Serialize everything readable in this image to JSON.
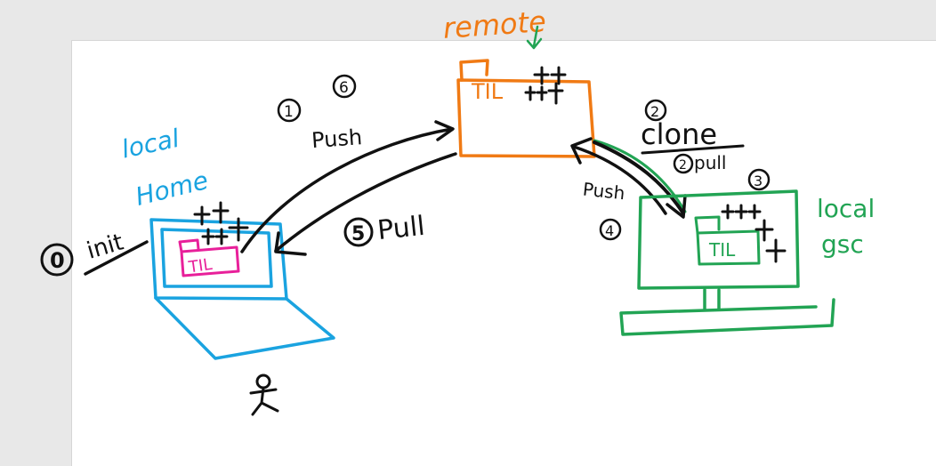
{
  "colors": {
    "background": "#e8e8e8",
    "canvas": "#ffffff",
    "ink_black": "#111111",
    "remote_orange": "#f07a14",
    "local_home_blue": "#1aa3e0",
    "local_gsc_green": "#22a454",
    "folder_pink": "#e8209a"
  },
  "labels": {
    "remote": "remote",
    "local_home_line1": "local",
    "local_home_line2": "Home",
    "local_gsc_line1": "local",
    "local_gsc_line2": "gsc",
    "step0_num": "0",
    "init": "init",
    "step1_num": "1",
    "step6_num": "6",
    "push_top": "Push",
    "step5_num": "5",
    "pull_left": "Pull",
    "step2_num": "2",
    "clone": "clone",
    "step2_pull_num": "2",
    "pull_right": "pull",
    "step3_num": "3",
    "push_right": "Push",
    "step4_num": "4",
    "til_remote": "TIL",
    "til_home": "TIL",
    "til_gsc": "TIL",
    "plus_marks": "++ +++",
    "plus_gsc": "+++"
  },
  "icons": {
    "remote_box": "orange-folder-box",
    "laptop": "blue-laptop-icon",
    "monitor": "green-desktop-icon",
    "person": "stick-figure-icon"
  }
}
